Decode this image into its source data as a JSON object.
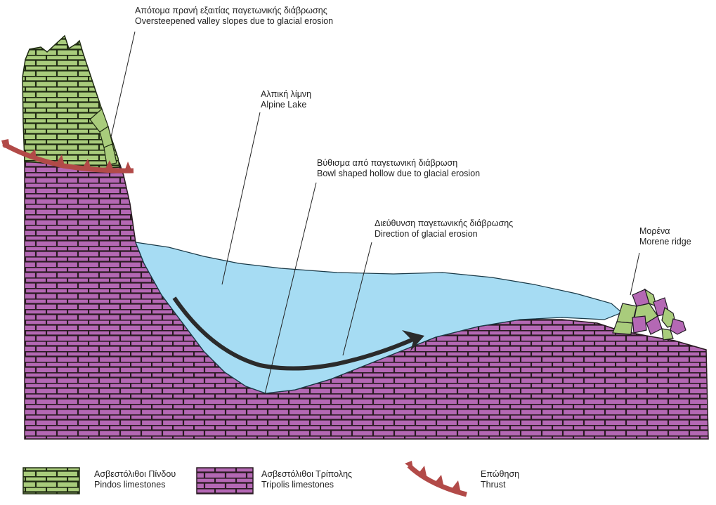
{
  "diagram": {
    "title": "Glacial landforms cross-section",
    "colors": {
      "pindos_fill": "#a9cc7c",
      "tripolis_fill": "#b468b4",
      "mortar": "#2a1a22",
      "lake": "#a6dcf3",
      "thrust": "#b24a48",
      "arrow": "#2b2b2b",
      "leader": "#222222"
    },
    "labels": {
      "oversteepened": {
        "greek": "Απότομα πρανή εξαιτίας παγετωνικής διάβρωσης",
        "english": "Oversteepened valley slopes due to glacial erosion"
      },
      "alpine_lake": {
        "greek": "Αλπική λίμνη",
        "english": "Alpine Lake"
      },
      "bowl_hollow": {
        "greek": "Βύθισμα από παγετωνική διάβρωση",
        "english": "Bowl shaped hollow due to glacial erosion"
      },
      "erosion_direction": {
        "greek": "Διεύθυνση παγετωνικής διάβρωσης",
        "english": "Direction of glacial erosion"
      },
      "moraine": {
        "greek": "Μορένα",
        "english": "Morene ridge"
      }
    }
  },
  "legend": {
    "items": [
      {
        "key": "pindos",
        "greek": "Ασβεστόλιθοι Πίνδου",
        "english": "Pindos limestones",
        "icon": "pindos-brick-swatch-icon"
      },
      {
        "key": "tripolis",
        "greek": "Ασβεστόλιθοι Τρίπολης",
        "english": "Tripolis limestones",
        "icon": "tripolis-brick-swatch-icon"
      },
      {
        "key": "thrust",
        "greek": "Επώθηση",
        "english": "Thrust",
        "icon": "thrust-line-icon"
      }
    ]
  }
}
